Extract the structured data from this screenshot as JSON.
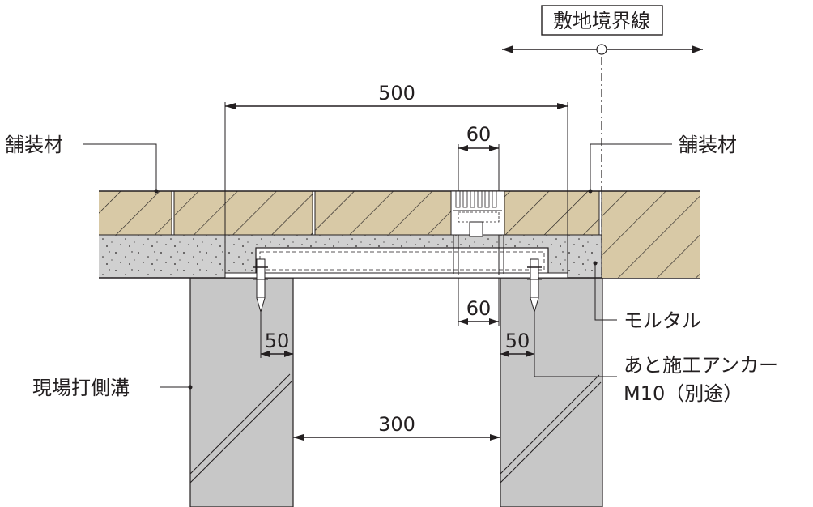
{
  "labels": {
    "boundary": "敷地境界線",
    "paving_left": "舗装材",
    "paving_right": "舗装材",
    "mortar": "モルタル",
    "anchor_line1": "あと施工アンカー",
    "anchor_line2": "M10（別途）",
    "trench": "現場打側溝"
  },
  "dimensions": {
    "total_width": "500",
    "grate_top": "60",
    "grate_bottom": "60",
    "anchor_left": "50",
    "anchor_right": "50",
    "trench_width": "300"
  },
  "colors": {
    "paving": "#d8c9a6",
    "mortar": "#d0d0d0",
    "trench": "#c7c7c7",
    "line": "#231f20"
  }
}
